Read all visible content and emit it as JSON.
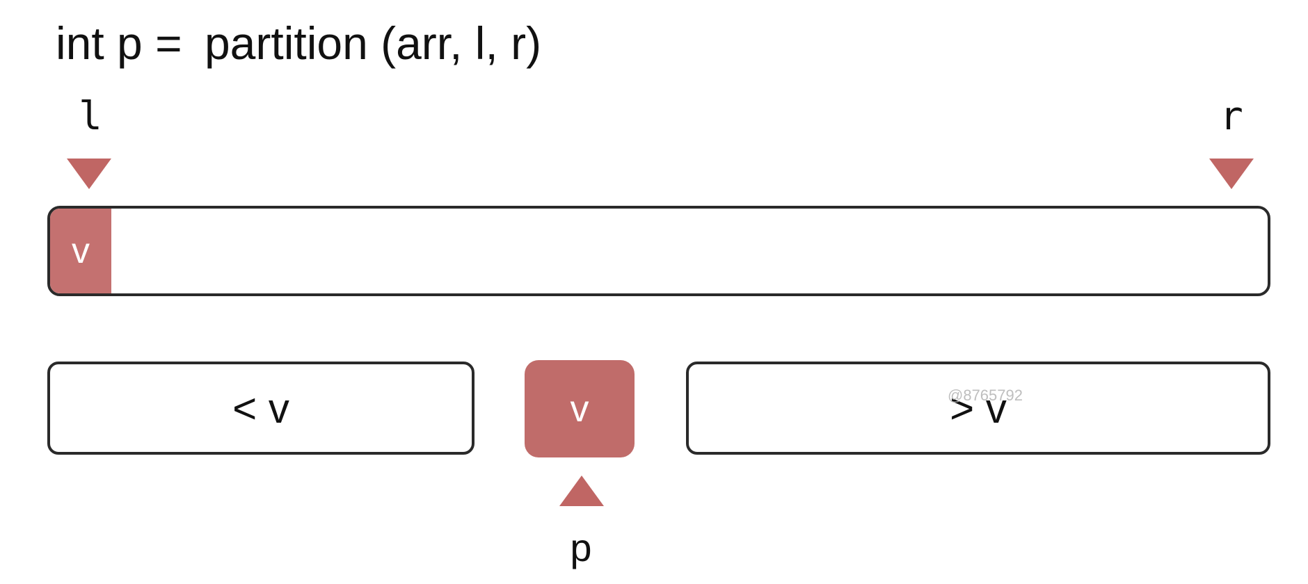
{
  "title": {
    "left": "int p = ",
    "right": "partition (arr, l, r)"
  },
  "pointers": {
    "l": "l",
    "r": "r",
    "p": "p"
  },
  "array": {
    "pivot_cell": "v"
  },
  "partitions": {
    "less": "< v",
    "pivot": "v",
    "greater": "> v"
  },
  "watermark": "@8765792",
  "colors": {
    "accent": "#c06664",
    "outline": "#2a2a2a"
  }
}
